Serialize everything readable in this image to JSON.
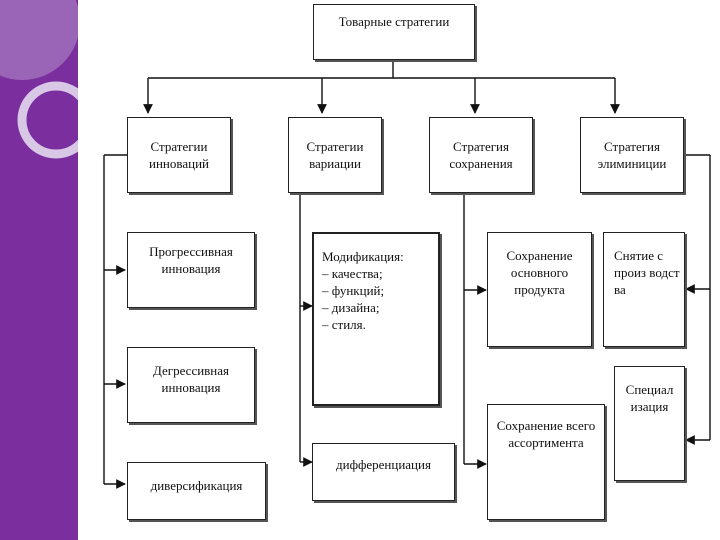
{
  "title": "Товарные стратегии",
  "categories": {
    "innovation": "Стратегии\nинноваций",
    "variation": "Стратегии\nвариации",
    "preservation": "Стратегия\nсохранения",
    "elimination": "Стратегия\nэлиминиции"
  },
  "items": {
    "progressive": "Прогрессивная\nинновация",
    "regressive": "Дегрессивная\nинновация",
    "diversification": "диверсификация",
    "modification": "Модификация:\n– качества;\n– функций;\n– дизайна;\n– стиля.",
    "differentiation": "дифференциация",
    "keep_core": "Сохранение\nосновного\nпродукта",
    "keep_range": "Сохранение всего\nассортимента",
    "withdraw": "Снятие с\nпроиз водст\nва",
    "specialization": "Специал\nизация"
  },
  "colors": {
    "sidebar": "#7b2f9e",
    "ring": "#d9c7e6",
    "line": "#111111"
  }
}
